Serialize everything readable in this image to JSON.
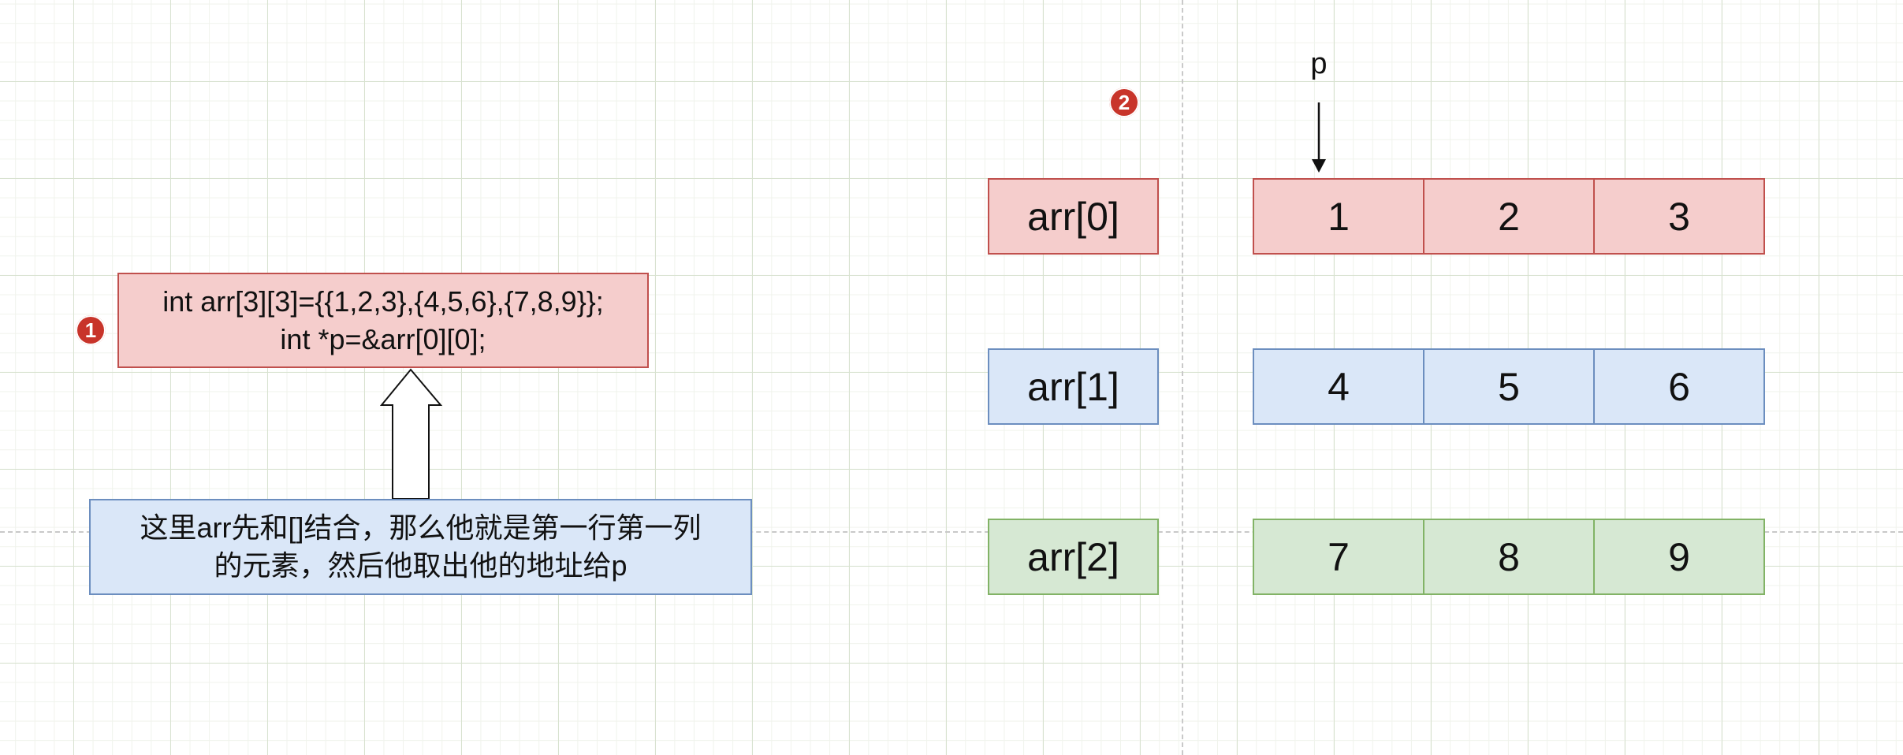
{
  "badges": {
    "one": "1",
    "two": "2"
  },
  "code_box": {
    "line1": "int arr[3][3]={{1,2,3},{4,5,6},{7,8,9}};",
    "line2": "int *p=&arr[0][0];"
  },
  "note_box": {
    "line1": "这里arr先和[]结合，那么他就是第一行第一列",
    "line2": "的元素，然后他取出他的地址给p"
  },
  "pointer_label": "p",
  "rows": [
    {
      "label": "arr[0]",
      "color": "#f5cdcc",
      "cells": [
        "1",
        "2",
        "3"
      ]
    },
    {
      "label": "arr[1]",
      "color": "#dae7f8",
      "cells": [
        "4",
        "5",
        "6"
      ]
    },
    {
      "label": "arr[2]",
      "color": "#d6e8d3",
      "cells": [
        "7",
        "8",
        "9"
      ]
    }
  ]
}
